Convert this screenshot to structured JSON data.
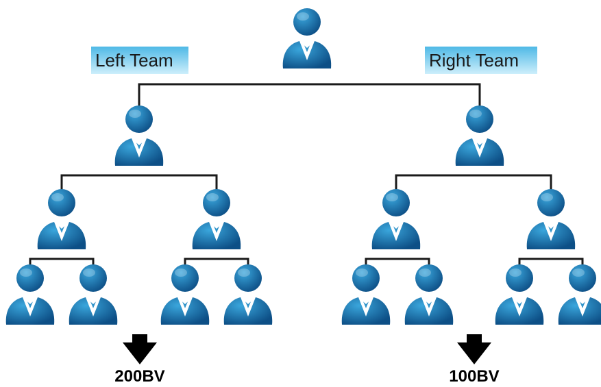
{
  "teams": {
    "left": {
      "label": "Left Team",
      "volume": "200BV"
    },
    "right": {
      "label": "Right Team",
      "volume": "100BV"
    }
  },
  "colors": {
    "label_bg_dark": "#4fb9e6",
    "label_bg_light": "#cdeefb",
    "person_light": "#3aa6dc",
    "person_dark": "#0d4f86",
    "collar": "#ffffff",
    "connector": "#1a1a1a",
    "arrow": "#000000"
  },
  "icons": {
    "member": "person-icon",
    "down": "arrow-down-icon"
  },
  "tree": {
    "name": "top-member",
    "children": [
      {
        "name": "left-level1-member",
        "children": [
          {
            "name": "left-level2-member-1",
            "children": [
              {
                "name": "left-level3-member-1"
              },
              {
                "name": "left-level3-member-2"
              }
            ]
          },
          {
            "name": "left-level2-member-2",
            "children": [
              {
                "name": "left-level3-member-3"
              },
              {
                "name": "left-level3-member-4"
              }
            ]
          }
        ]
      },
      {
        "name": "right-level1-member",
        "children": [
          {
            "name": "right-level2-member-1",
            "children": [
              {
                "name": "right-level3-member-1"
              },
              {
                "name": "right-level3-member-2"
              }
            ]
          },
          {
            "name": "right-level2-member-2",
            "children": [
              {
                "name": "right-level3-member-3"
              },
              {
                "name": "right-level3-member-4"
              }
            ]
          }
        ]
      }
    ]
  }
}
